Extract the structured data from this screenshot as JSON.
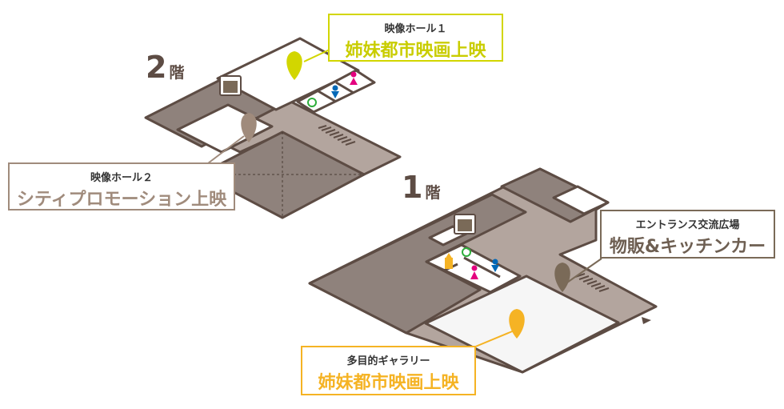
{
  "floors": {
    "second": {
      "num": "2",
      "kai": "階"
    },
    "first": {
      "num": "1",
      "kai": "階"
    }
  },
  "labels": {
    "hall1": {
      "venue": "映像ホール１",
      "event": "姉妹都市映画上映",
      "color": "#d2d600"
    },
    "hall2": {
      "venue": "映像ホール２",
      "event": "シティプロモーション上映",
      "color": "#a08b7c"
    },
    "entrance": {
      "venue": "エントランス交流広場",
      "event": "物販&キッチンカー",
      "color": "#7a6a58"
    },
    "gallery": {
      "venue": "多目的ギャラリー",
      "event": "姉妹都市映画上映",
      "color": "#f5b324"
    }
  },
  "colors": {
    "outline": "#5d4c44",
    "dark": "#8f827c",
    "corridor": "#b3a59e",
    "room": "#ffffff",
    "gallery": "#f6f6f6"
  },
  "icons": [
    "elevator-icon",
    "wheelchair-icon",
    "mens-restroom-icon",
    "womens-restroom-icon",
    "nursing-room-icon",
    "stairs-icon",
    "location-pin-icon"
  ]
}
